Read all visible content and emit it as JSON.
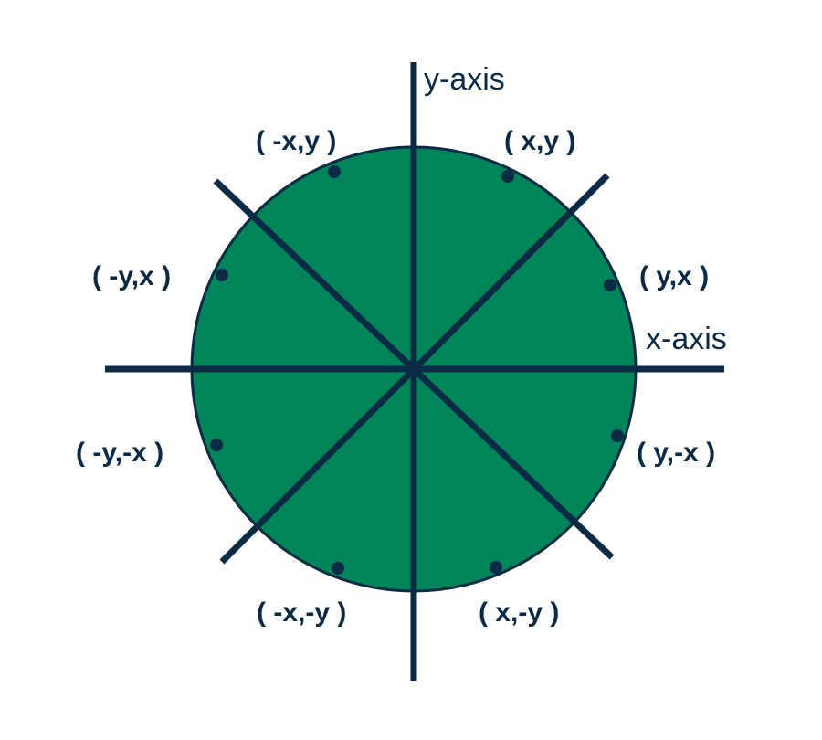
{
  "colors": {
    "circle_fill": "#00855a",
    "line": "#0b2a45",
    "background": "#ffffff"
  },
  "axes": {
    "y_label": "y-axis",
    "x_label": "x-axis"
  },
  "points": [
    {
      "id": "x-y",
      "label": "( x,y )"
    },
    {
      "id": "y-x",
      "label": "( y,x )"
    },
    {
      "id": "y-negx",
      "label": "( y,-x )"
    },
    {
      "id": "x-negy",
      "label": "( x,-y )"
    },
    {
      "id": "negx-negy",
      "label": "( -x,-y )"
    },
    {
      "id": "negy-negx",
      "label": "( -y,-x )"
    },
    {
      "id": "negy-x",
      "label": "( -y,x )"
    },
    {
      "id": "negx-y",
      "label": "( -x,y )"
    }
  ]
}
